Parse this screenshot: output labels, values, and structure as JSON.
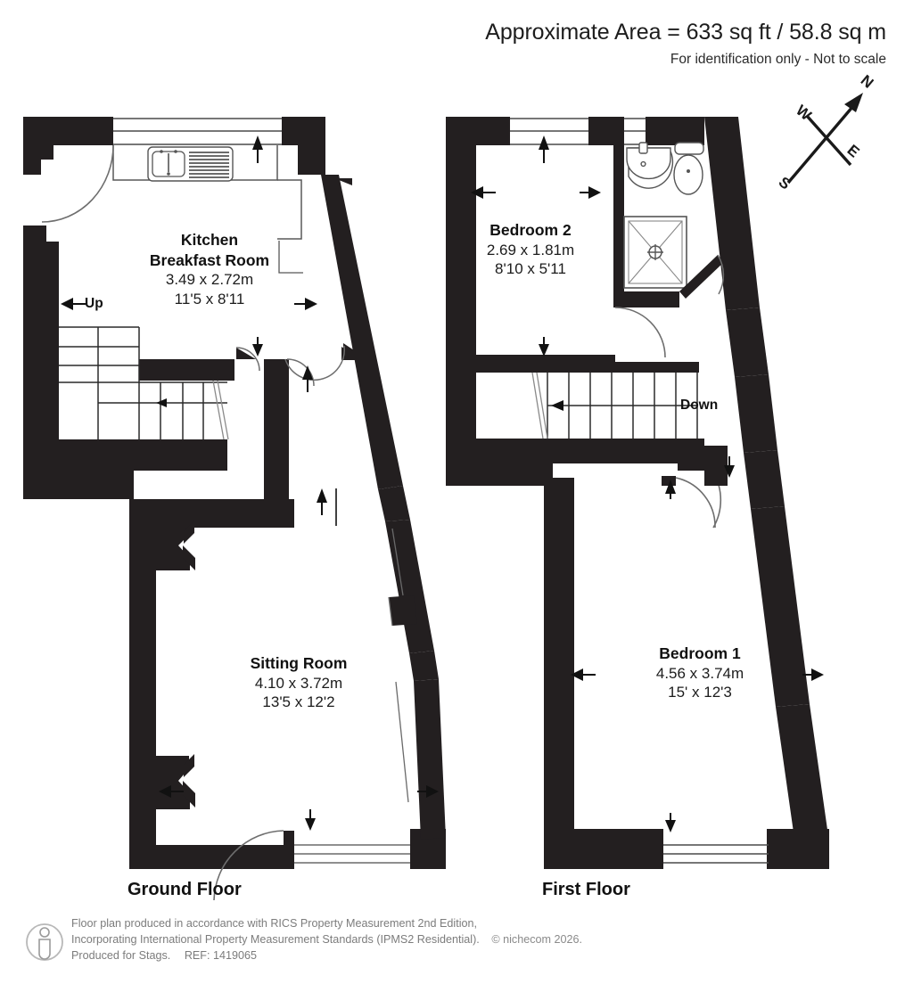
{
  "header": {
    "area_title": "Approximate Area = 633 sq ft / 58.8 sq m",
    "area_subtitle": "For identification only - Not to scale"
  },
  "compass": {
    "north": "N",
    "east": "E",
    "south": "S",
    "west": "W"
  },
  "floors": [
    {
      "id": "ground",
      "title": "Ground Floor",
      "rooms": [
        {
          "name": "Kitchen",
          "name2": "Breakfast Room",
          "dim_metric": "3.49 x 2.72m",
          "dim_imperial": "11'5 x 8'11"
        },
        {
          "name": "Sitting Room",
          "dim_metric": "4.10 x 3.72m",
          "dim_imperial": "13'5 x 12'2"
        }
      ],
      "stair_label": "Up"
    },
    {
      "id": "first",
      "title": "First Floor",
      "rooms": [
        {
          "name": "Bedroom 2",
          "dim_metric": "2.69 x 1.81m",
          "dim_imperial": "8'10 x 5'11"
        },
        {
          "name": "Bedroom 1",
          "dim_metric": "4.56 x 3.74m",
          "dim_imperial": "15' x 12'3"
        }
      ],
      "stair_label": "Down"
    }
  ],
  "fixtures": {
    "kitchen_sink": "sink-with-drainer",
    "bathroom_basin": "washbasin",
    "bathroom_toilet": "toilet",
    "bathroom_shower": "shower-tray"
  },
  "footer": {
    "line1": "Floor plan produced in accordance with RICS Property Measurement 2nd Edition,",
    "line2": "Incorporating International Property Measurement Standards (IPMS2 Residential).",
    "copyright": "© nichecom 2026.",
    "line3": "Produced for Stags.",
    "reference": "REF: 1419065",
    "badge_icon": "person-in-circle-icon"
  },
  "colors": {
    "wall": "#231f20",
    "ink": "#111111",
    "footer_text": "#7c7c7c",
    "background": "#ffffff"
  }
}
